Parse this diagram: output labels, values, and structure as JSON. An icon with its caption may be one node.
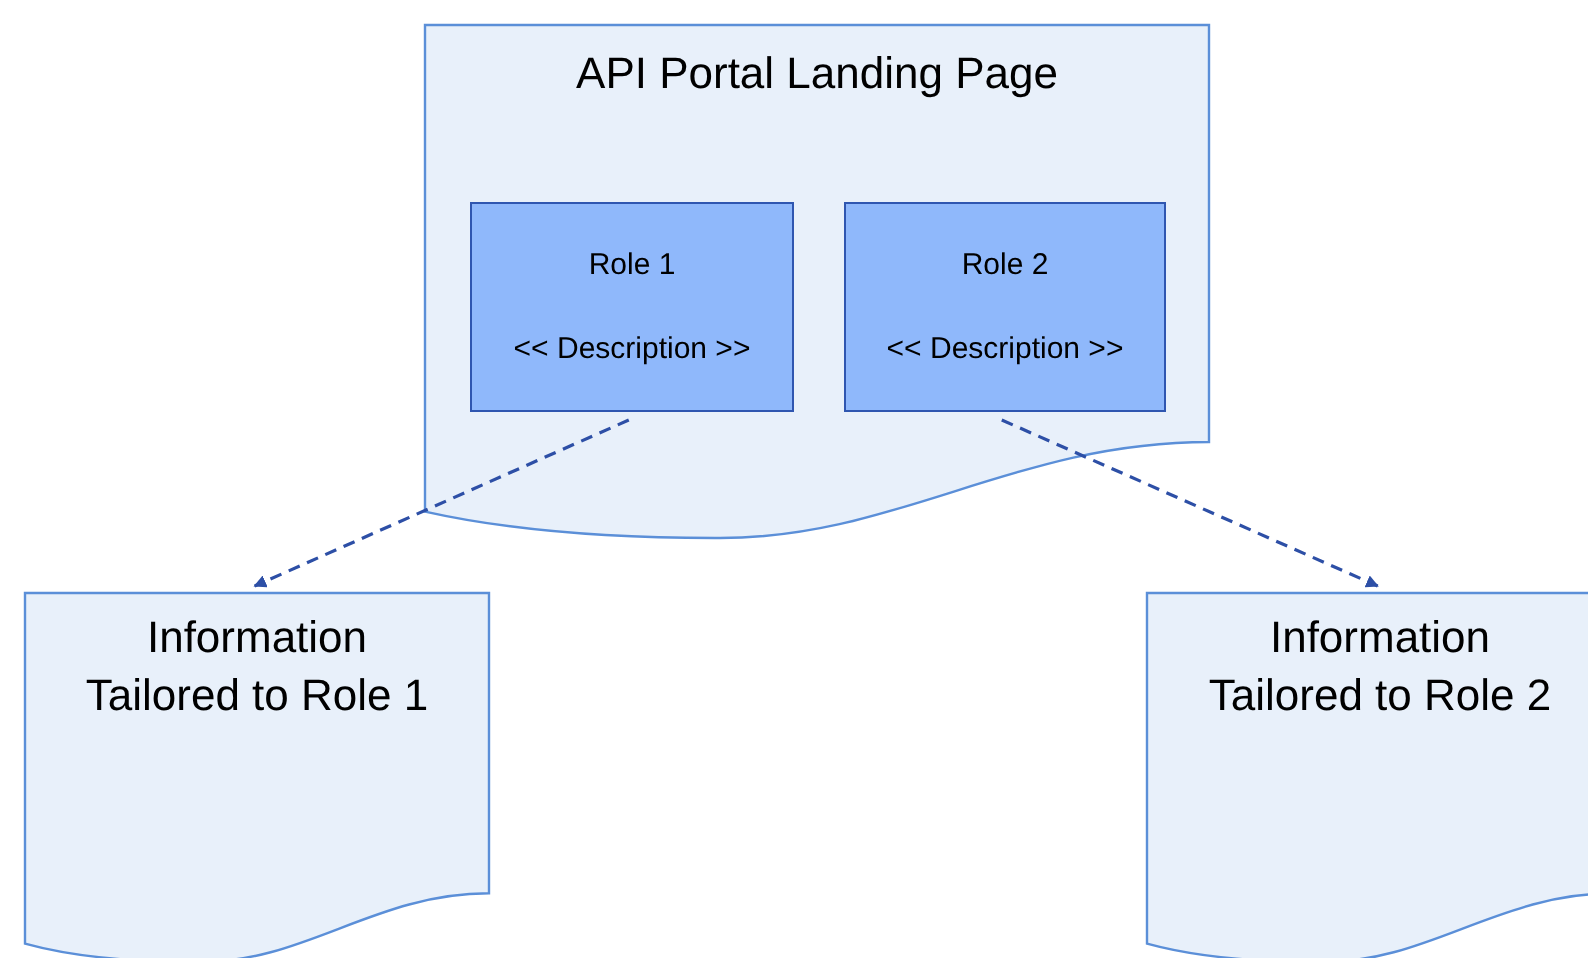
{
  "diagram": {
    "nodes": [
      {
        "text": [
          "API Portal Landing Page"
        ]
      },
      {
        "text": [
          "Role 1",
          "<< Description >>"
        ],
        "in": 0
      },
      {
        "text": [
          "Role 2",
          "<< Description >>"
        ],
        "in": 0
      },
      {
        "text": [
          "Information Tailored to Role 1"
        ]
      },
      {
        "text": [
          "Information Tailored to Role 2"
        ]
      }
    ],
    "edges": [
      {
        "from": 1,
        "to": 3,
        "arrow": "to",
        "style": "dashed"
      },
      {
        "from": 2,
        "to": 4,
        "arrow": "to",
        "style": "dashed"
      }
    ]
  }
}
